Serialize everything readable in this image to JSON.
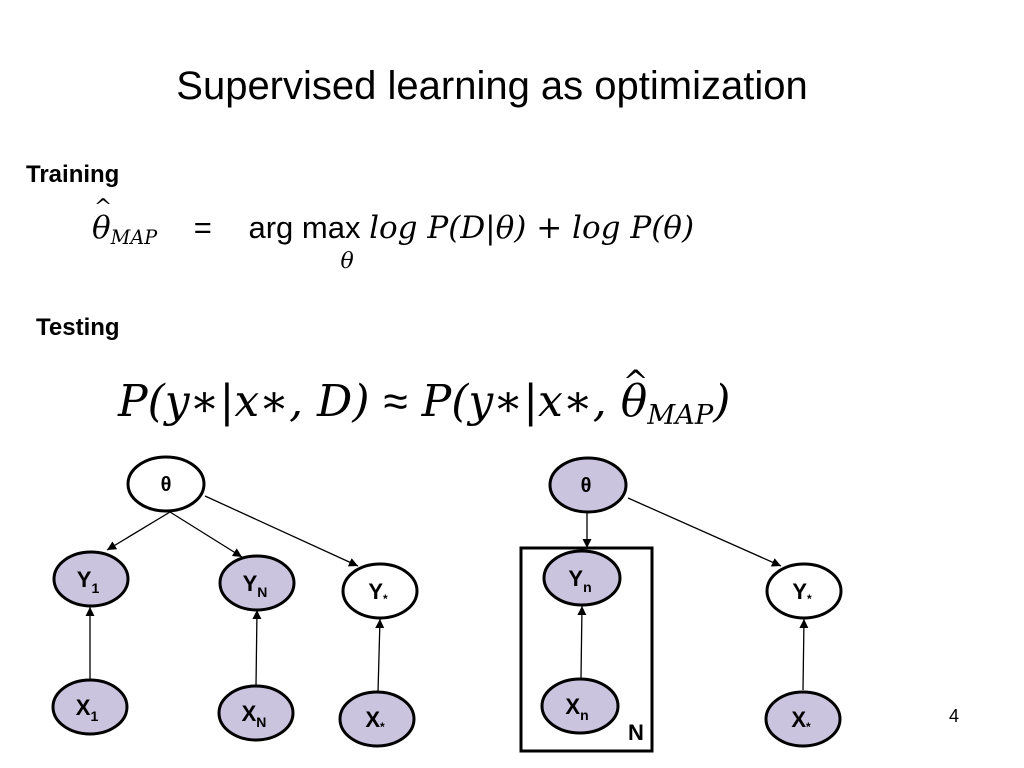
{
  "title": "Supervised learning as optimization",
  "training_label": "Training",
  "testing_label": "Testing",
  "equation_training": {
    "lhs_symbol": "θ",
    "lhs_subscript": "MAP",
    "equals": "=",
    "argmax": "arg max",
    "argmax_sub": "θ",
    "rhs": "log P(D|θ) + log P(θ)"
  },
  "equation_testing": {
    "lhs": "P(y∗|x∗, D)",
    "approx": "≈",
    "rhs_prefix": "P(y∗|x∗, ",
    "rhs_theta": "θ",
    "rhs_sub": "MAP",
    "rhs_close": ")"
  },
  "left_graph": {
    "theta": "θ",
    "nodes": [
      {
        "main": "Y",
        "sub": "1"
      },
      {
        "main": "Y",
        "sub": "N"
      },
      {
        "main": "Y",
        "sub": "*"
      },
      {
        "main": "X",
        "sub": "1"
      },
      {
        "main": "X",
        "sub": "N"
      },
      {
        "main": "X",
        "sub": "*"
      }
    ]
  },
  "right_graph": {
    "theta": "θ",
    "plate_label": "N",
    "nodes": [
      {
        "main": "Y",
        "sub": "n"
      },
      {
        "main": "Y",
        "sub": "*"
      },
      {
        "main": "X",
        "sub": "n"
      },
      {
        "main": "X",
        "sub": "*"
      }
    ]
  },
  "page_number": "4",
  "colors": {
    "observed_fill": "#cbc4df",
    "unobserved_fill": "#ffffff",
    "stroke": "#000000"
  }
}
